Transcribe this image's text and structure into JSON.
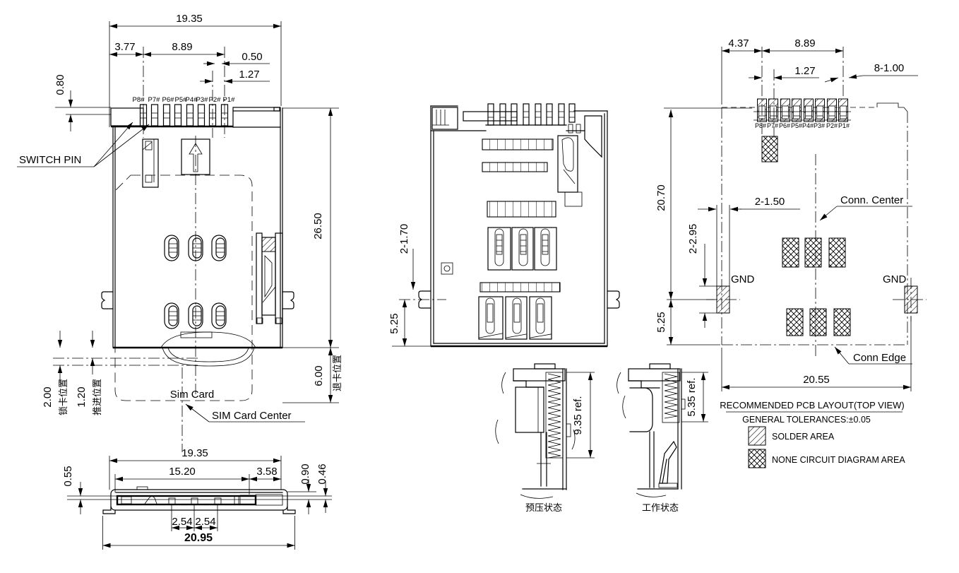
{
  "front_view": {
    "pins": [
      "P8#",
      "P7#",
      "P6#",
      "P5#",
      "P4#",
      "P3#",
      "P2#",
      "P1#"
    ],
    "dims": {
      "overall_width": "19.35",
      "pin_offset": "3.77",
      "pin_span": "8.89",
      "pin_width": "0.50",
      "pin_pitch": "1.27",
      "pin_height": "0.80",
      "body_length": "26.50",
      "eject_travel": "6.00",
      "lock_travel": "2.00",
      "push_travel": "1.20"
    },
    "labels": {
      "switch_pin": "SWITCH PIN",
      "sim_card": "Sim Card",
      "sim_card_center": "SIM Card Center",
      "lock_pos": "锁卡位置",
      "push_pos": "推进位置",
      "eject_pos": "退卡位置"
    }
  },
  "section_view": {
    "dims": {
      "overall_width": "19.35",
      "inner_width": "15.20",
      "side_width": "3.58",
      "lip_height": "0.55",
      "foot_height": "0.90",
      "pin_drop": "0.46",
      "pitch_a": "2.54",
      "pitch_b": "2.54",
      "overall_span": "20.95"
    }
  },
  "top_view": {
    "dims": {
      "hole_dia": "2-1.70",
      "edge_offset": "5.25"
    }
  },
  "state_views": {
    "preload": {
      "dim": "9.35 ref.",
      "label": "预压状态"
    },
    "working": {
      "dim": "5.35 ref.",
      "label": "工作状态"
    }
  },
  "pcb_view": {
    "pins": [
      "P8#",
      "P7#",
      "P6#",
      "P5#",
      "P4#",
      "P3#",
      "P2#",
      "P1#"
    ],
    "dims": {
      "edge_to_pad": "4.37",
      "pad_span": "8.89",
      "pad_pitch": "1.27",
      "pad_width": "8-1.00",
      "body_length": "20.70",
      "gnd_width": "2-1.50",
      "gnd_height": "2-2.95",
      "edge_offset": "5.25",
      "overall_width": "20.55"
    },
    "labels": {
      "conn_center": "Conn. Center",
      "gnd_left": "GND",
      "gnd_right": "GND",
      "conn_edge": "Conn Edge"
    }
  },
  "legend": {
    "title": "RECOMMENDED PCB LAYOUT(TOP VIEW)",
    "tolerance": "GENERAL TOLERANCES:±0.05",
    "solder": "SOLDER AREA",
    "none_circuit": "NONE CIRCUIT DIAGRAM AREA"
  }
}
